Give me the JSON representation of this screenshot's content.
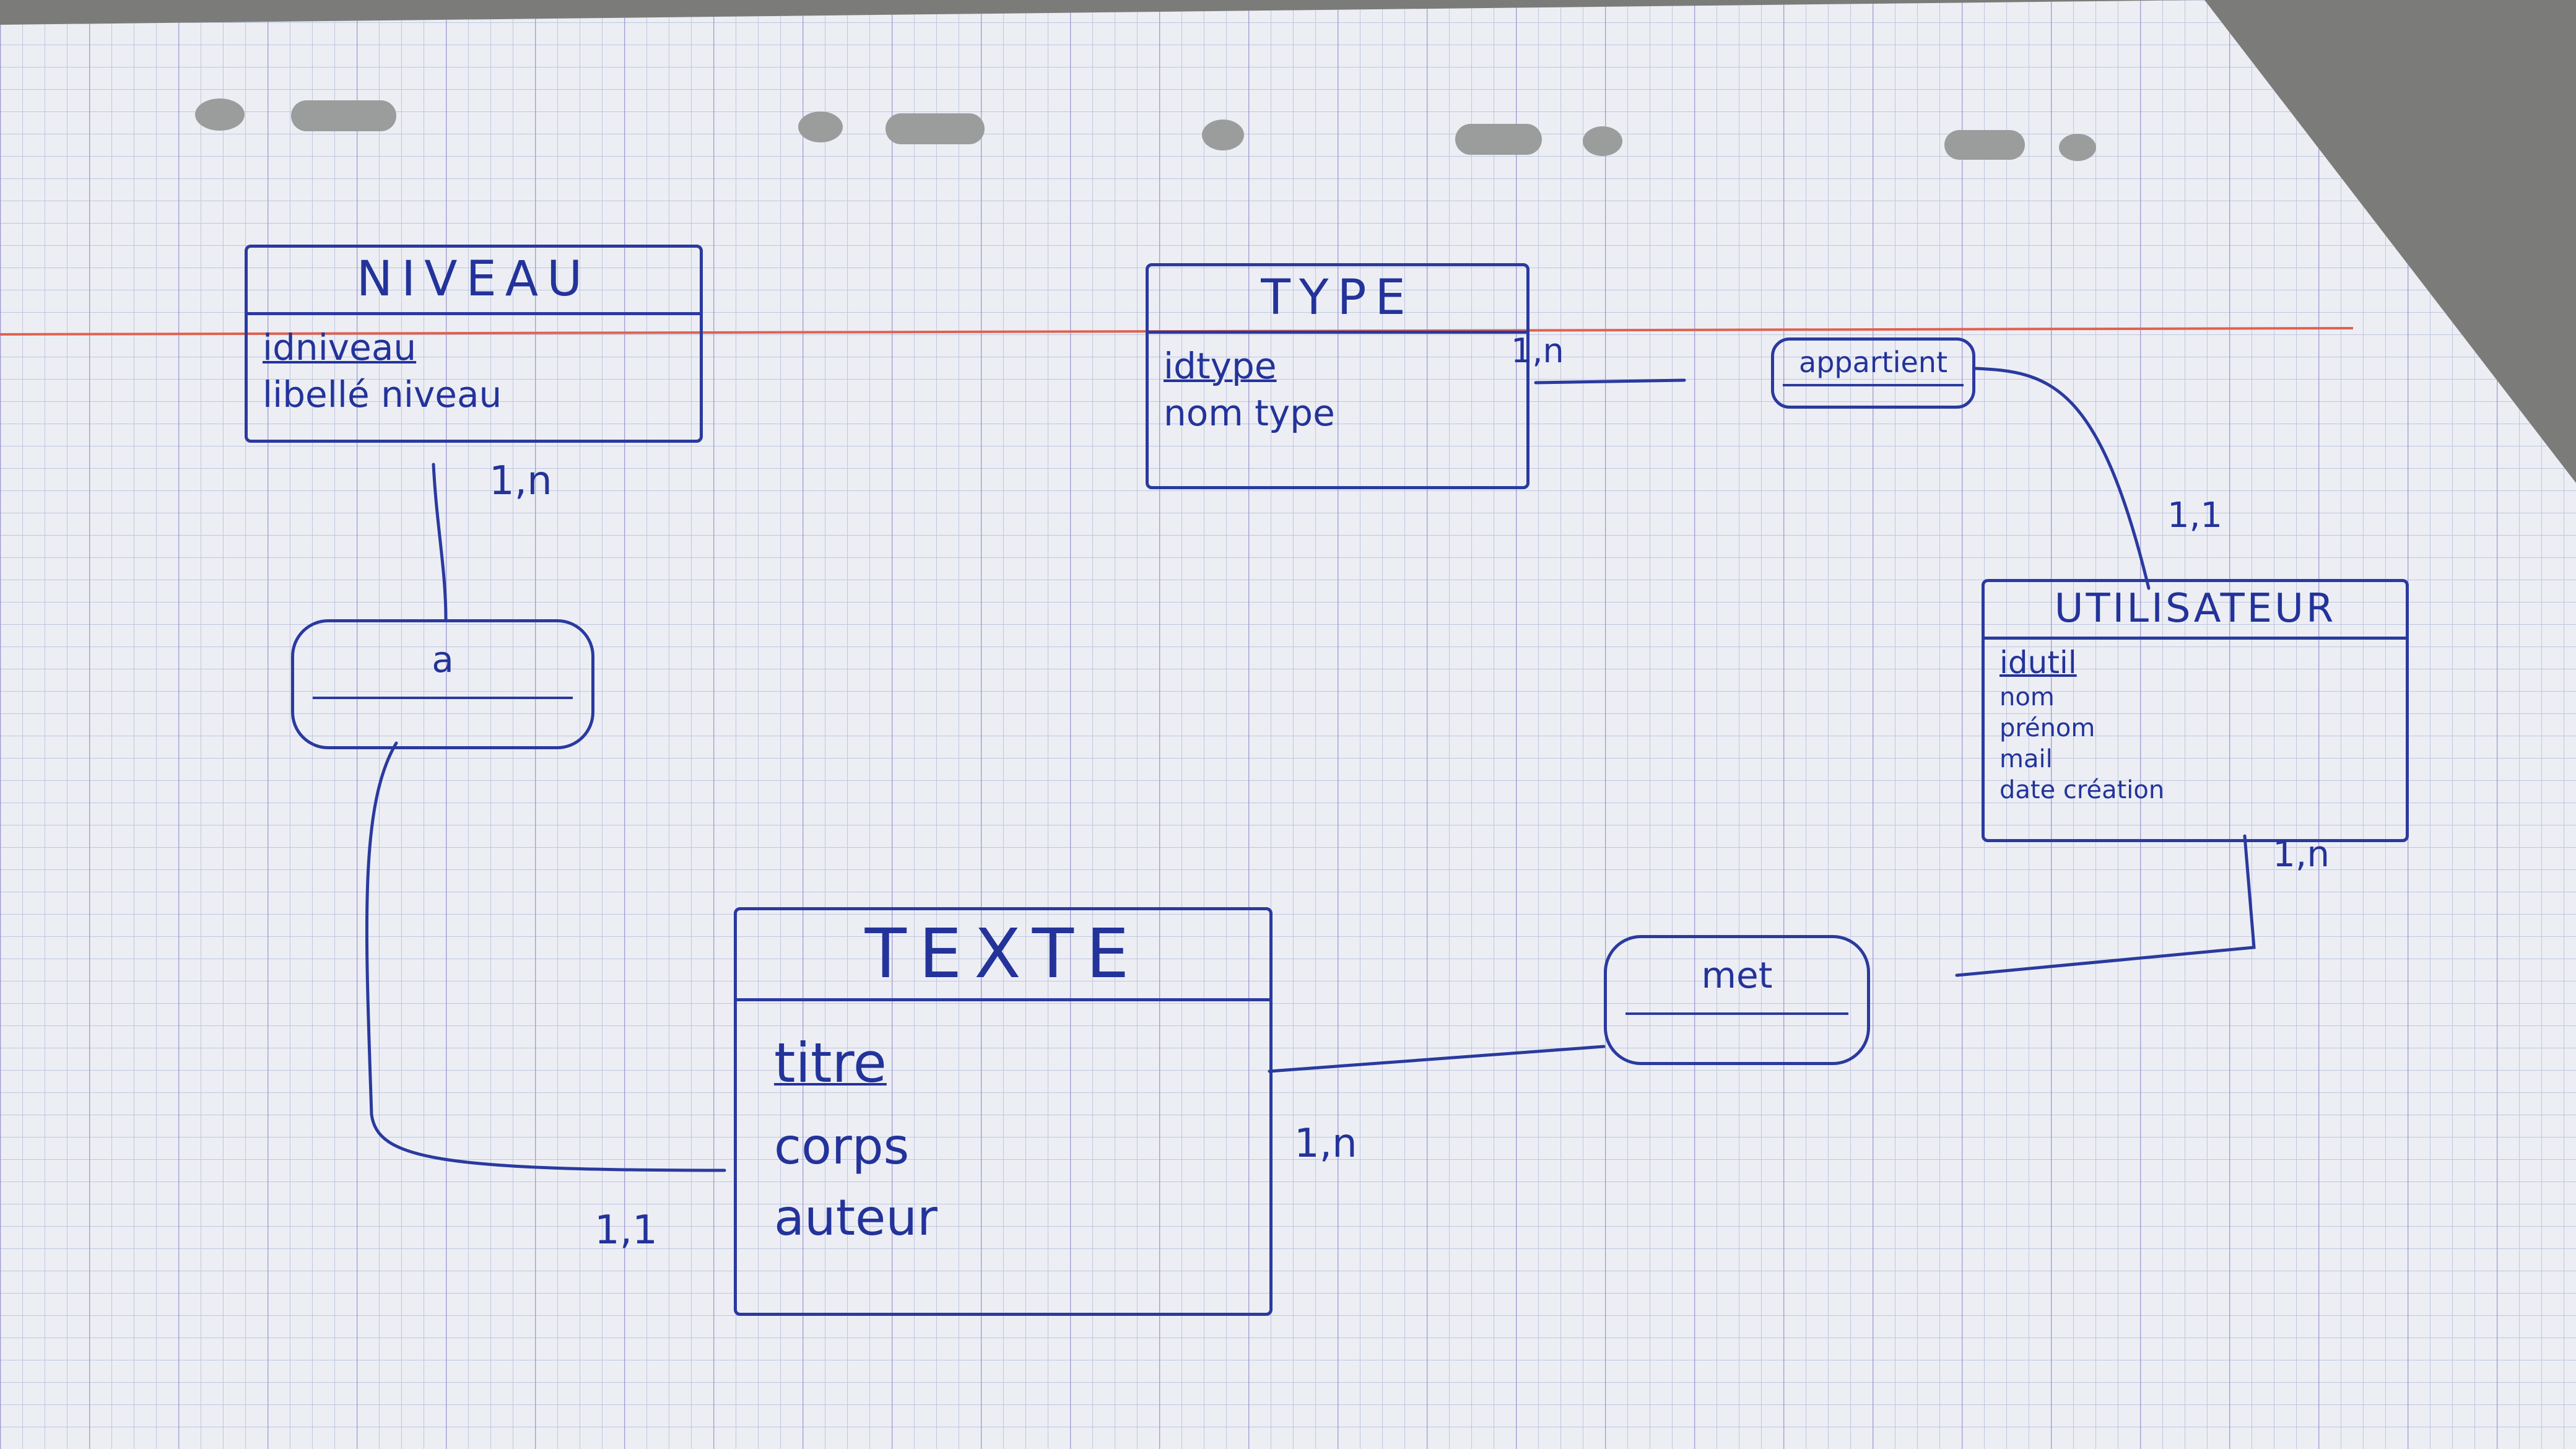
{
  "entities": {
    "niveau": {
      "title": "NIVEAU",
      "attrs": [
        "idniveau",
        "libellé niveau"
      ]
    },
    "type": {
      "title": "TYPE",
      "attrs": [
        "idtype",
        "nom type"
      ]
    },
    "utilisateur": {
      "title": "UTILISATEUR",
      "attrs": [
        "idutil",
        "nom",
        "prénom",
        "mail",
        "date création"
      ]
    },
    "texte": {
      "title": "TEXTE",
      "attrs": [
        "titre",
        "corps",
        "auteur"
      ]
    }
  },
  "associations": {
    "a": "a",
    "appartient": "appartient",
    "met": "met"
  },
  "cardinalities": {
    "niveau_a": "1,n",
    "texte_a": "1,1",
    "type_appartient": "1,n",
    "util_appartient": "1,1",
    "util_met": "1,n",
    "texte_met": "1,n"
  },
  "colors": {
    "ink": "#2a3a9e",
    "margin_line": "#e0614f",
    "rule_line": "#9aa7c9",
    "paper": "#eceef4"
  }
}
